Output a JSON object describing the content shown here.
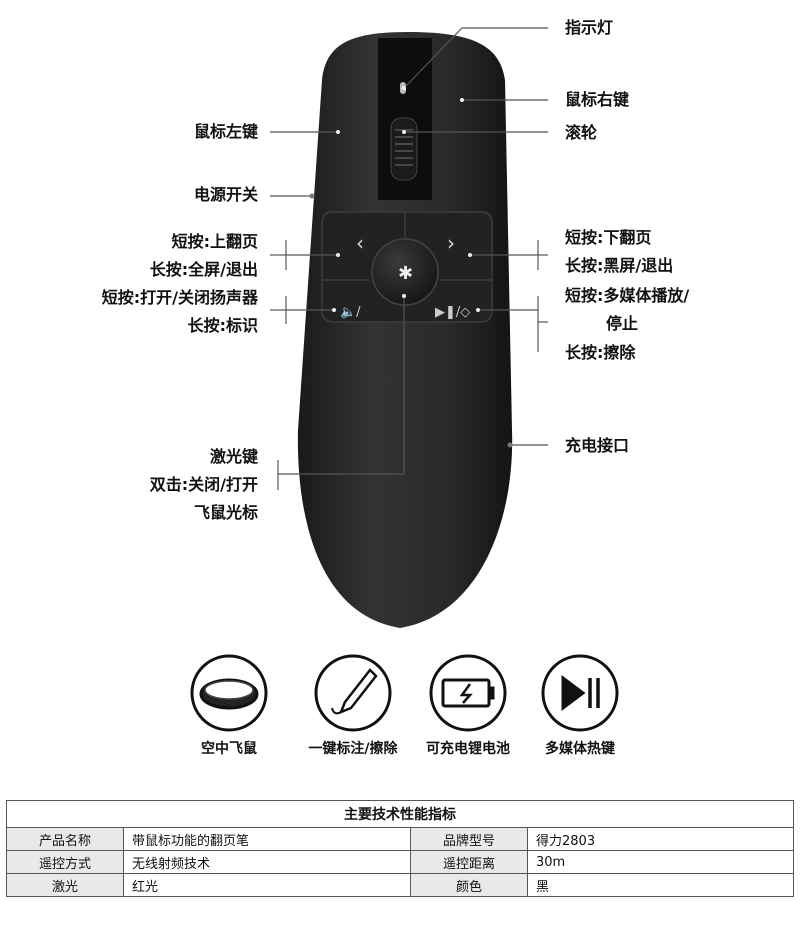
{
  "labels": {
    "indicator_light": "指示灯",
    "right_click": "鼠标右键",
    "scroll_wheel": "滚轮",
    "left_click": "鼠标左键",
    "power_switch": "电源开关",
    "left_short": "短按:上翻页",
    "left_long": "长按:全屏/退出",
    "right_short": "短按:下翻页",
    "right_long": "长按:黑屏/退出",
    "vol_short": "短按:打开/关闭扬声器",
    "vol_long": "长按:标识",
    "media_short_1": "短按:多媒体播放/",
    "media_short_2": "停止",
    "media_long": "长按:擦除",
    "charge_port": "充电接口",
    "laser_1": "激光键",
    "laser_2": "双击:关闭/打开",
    "laser_3": "飞鼠光标"
  },
  "features": [
    {
      "label": "空中飞鼠",
      "icon": "mouse-icon"
    },
    {
      "label": "一键标注/擦除",
      "icon": "pen-icon"
    },
    {
      "label": "可充电锂电池",
      "icon": "battery-charge-icon"
    },
    {
      "label": "多媒体热键",
      "icon": "play-pause-icon"
    }
  ],
  "spec": {
    "title": "主要技术性能指标",
    "rows": [
      {
        "k1": "产品名称",
        "v1": "带鼠标功能的翻页笔",
        "k2": "品牌型号",
        "v2": "得力2803"
      },
      {
        "k1": "遥控方式",
        "v1": "无线射频技术",
        "k2": "遥控距离",
        "v2": "30m"
      },
      {
        "k1": "激光",
        "v1": "红光",
        "k2": "颜色",
        "v2": "黑"
      }
    ]
  }
}
